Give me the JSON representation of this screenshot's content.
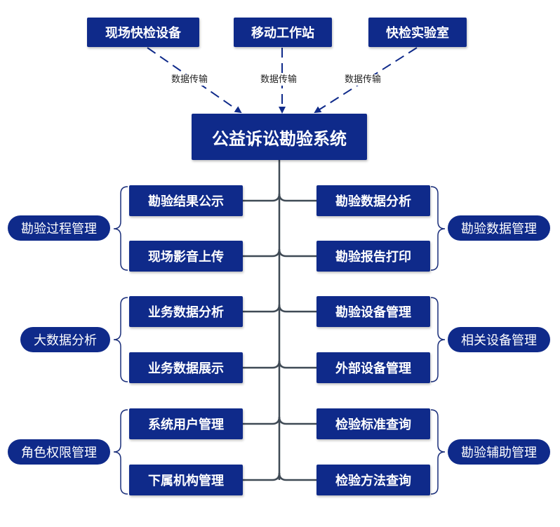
{
  "sources": [
    {
      "label": "现场快检设备"
    },
    {
      "label": "移动工作站"
    },
    {
      "label": "快检实验室"
    }
  ],
  "transfer_label": "数据传输",
  "main_system": "公益诉讼勘验系统",
  "groups": [
    {
      "name": "勘验过程管理",
      "modules": [
        "勘验结果公示",
        "现场影音上传"
      ]
    },
    {
      "name": "大数据分析",
      "modules": [
        "业务数据分析",
        "业务数据展示"
      ]
    },
    {
      "name": "角色权限管理",
      "modules": [
        "系统用户管理",
        "下属机构管理"
      ]
    },
    {
      "name": "勘验数据管理",
      "modules": [
        "勘验数据分析",
        "勘验报告打印"
      ]
    },
    {
      "name": "相关设备管理",
      "modules": [
        "勘验设备管理",
        "外部设备管理"
      ]
    },
    {
      "name": "勘验辅助管理",
      "modules": [
        "检验标准查询",
        "检验方法查询"
      ]
    }
  ],
  "colors": {
    "box": "#0f2a8a",
    "line": "#3f4a55",
    "bracket": "#1a2e7a"
  }
}
